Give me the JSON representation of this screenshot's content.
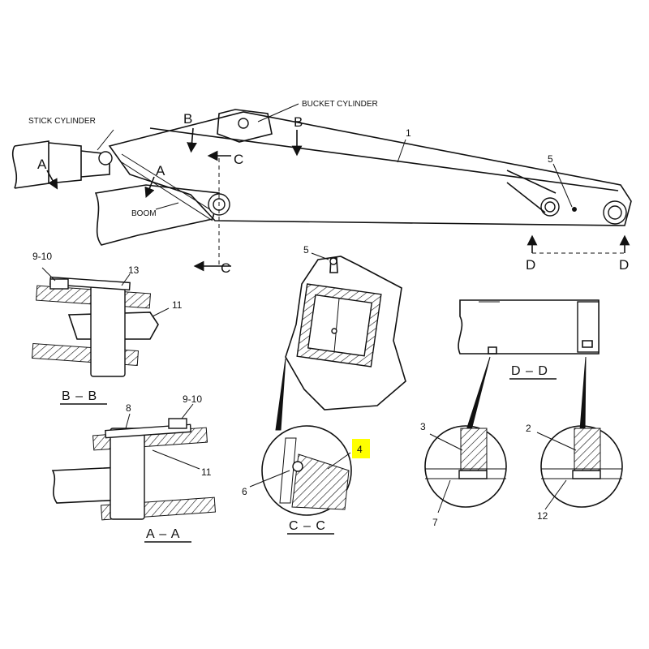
{
  "labels": {
    "stick_cylinder": "STICK CYLINDER",
    "bucket_cylinder": "BUCKET CYLINDER",
    "boom": "BOOM",
    "part_1": "1",
    "part_5_top": "5",
    "part_5_cc": "5",
    "part_4": "4",
    "part_6": "6",
    "part_9_10_bb": "9-10",
    "part_9_10_aa": "9-10",
    "part_13": "13",
    "part_11_bb": "11",
    "part_11_aa": "11",
    "part_8": "8",
    "part_3": "3",
    "part_7": "7",
    "part_2": "2",
    "part_12": "12",
    "arrow_a_left": "A",
    "arrow_a_mid": "A",
    "arrow_b_left": "B",
    "arrow_b_right": "B",
    "arrow_c_top": "C",
    "arrow_c_bottom": "C",
    "arrow_d_left": "D",
    "arrow_d_right": "D"
  },
  "sections": {
    "bb": "B – B",
    "aa": "A – A",
    "cc": "C – C",
    "dd": "D – D"
  },
  "highlight_color": "#ffff00"
}
